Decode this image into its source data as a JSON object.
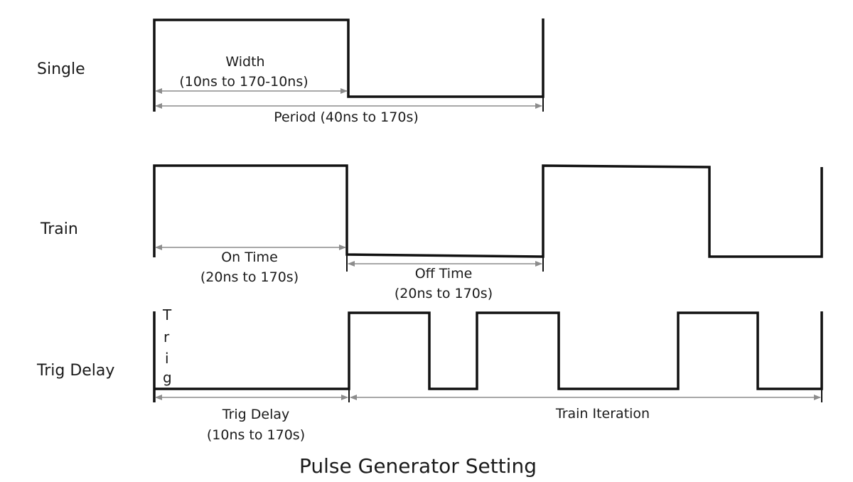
{
  "title": "Pulse Generator Setting",
  "rows": {
    "single": {
      "label": "Single",
      "width_label": "Width",
      "width_range": "(10ns to 170-10ns)",
      "period_label": "Period (40ns to 170s)"
    },
    "train": {
      "label": "Train",
      "on_label": "On Time",
      "on_range": "(20ns to 170s)",
      "off_label": "Off Time",
      "off_range": "(20ns to 170s)"
    },
    "trig_delay": {
      "label": "Trig Delay",
      "trig_letters": [
        "T",
        "r",
        "i",
        "g"
      ],
      "delay_label": "Trig Delay",
      "delay_range": "(10ns to 170s)",
      "iteration_label": "Train Iteration"
    }
  }
}
